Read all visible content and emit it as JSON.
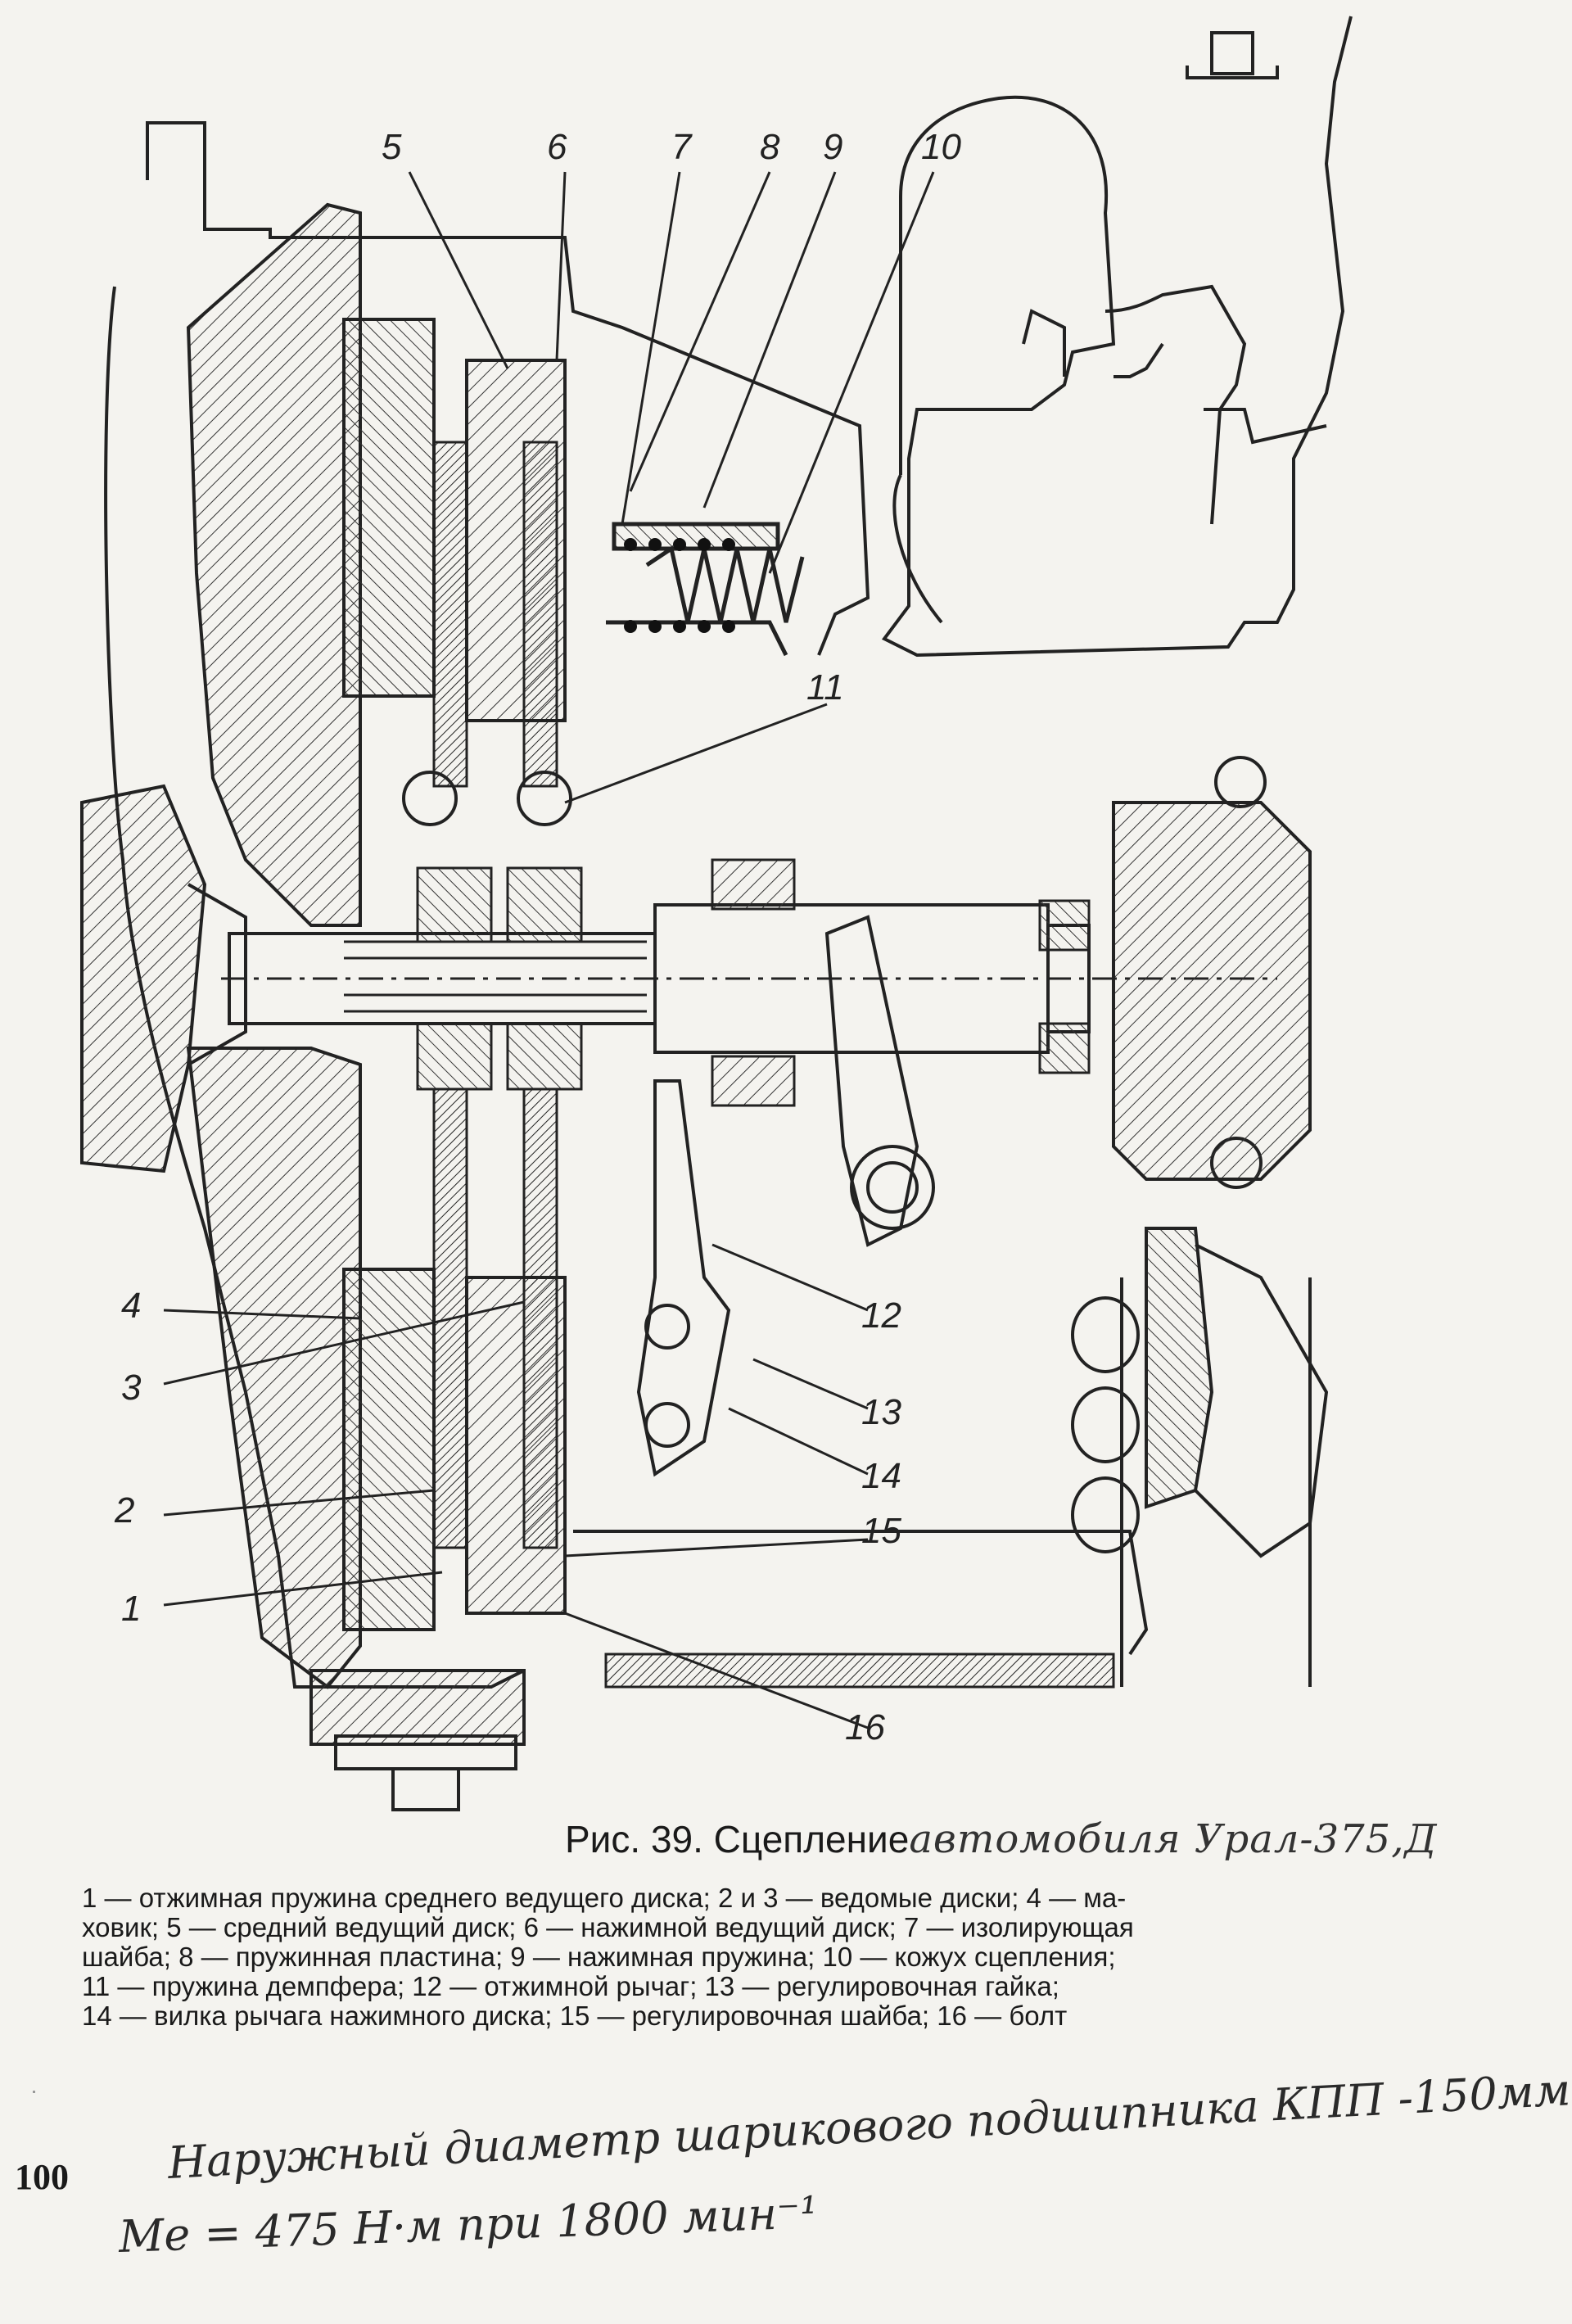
{
  "figure": {
    "callouts": [
      "5",
      "6",
      "7",
      "8",
      "9",
      "10",
      "11",
      "12",
      "13",
      "14",
      "15",
      "16",
      "4",
      "3",
      "2",
      "1"
    ],
    "caption": {
      "prefix": "Рис. 39. Сцепление",
      "handwritten_suffix": "автомобиля Урал-375,Д"
    },
    "legend_lines": [
      "1 — отжимная пружина среднего ведущего диска; 2 и 3 — ведомые диски; 4 — ма-",
      "ховик; 5 — средний ведущий диск; 6 — нажимной ведущий диск; 7 — изолирующая",
      "шайба; 8 — пружинная пластина; 9 — нажимная пружина; 10 — кожух сцепления;",
      "11 — пружина демпфера; 12 — отжимной рычаг; 13 — регулировочная гайка;",
      "14 — вилка рычага нажимного диска; 15 — регулировочная шайба; 16 — болт"
    ]
  },
  "page_number": "100",
  "handwritten_notes": [
    "Наружный диаметр шарикового подшипника КПП -150мм",
    "Mе = 475 Н·м при 1800 мин⁻¹"
  ]
}
